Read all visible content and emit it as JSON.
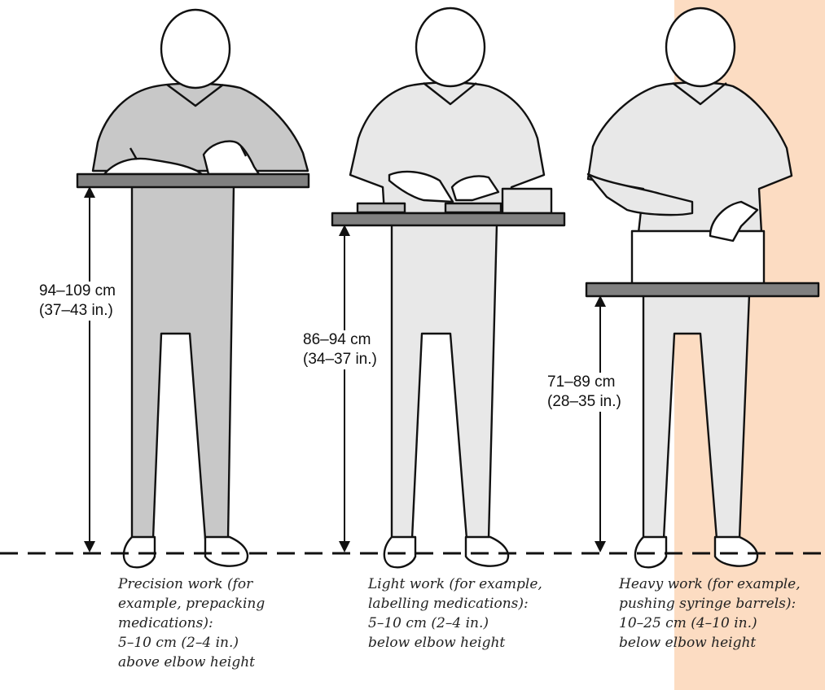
{
  "colors": {
    "highlight": "#fcdcc2",
    "figure_dark": "#c8c8c8",
    "figure_light": "#e8e8e8",
    "table_top": "#808080",
    "outline": "#111111"
  },
  "stations": [
    {
      "id": "precision",
      "height_cm": "94–109 cm",
      "height_in": "(37–43 in.)",
      "caption": [
        "Precision work (for",
        "example, prepacking",
        "medications):",
        "5–10 cm (2–4 in.)",
        "above elbow height"
      ]
    },
    {
      "id": "light",
      "height_cm": "86–94 cm",
      "height_in": "(34–37 in.)",
      "caption": [
        "Light work (for example,",
        "labelling medications):",
        "5–10 cm (2–4 in.)",
        "below elbow height"
      ]
    },
    {
      "id": "heavy",
      "height_cm": "71–89 cm",
      "height_in": "(28–35 in.)",
      "caption": [
        "Heavy work (for example,",
        "pushing syringe barrels):",
        "10–25 cm (4–10 in.)",
        "below elbow height"
      ]
    }
  ]
}
